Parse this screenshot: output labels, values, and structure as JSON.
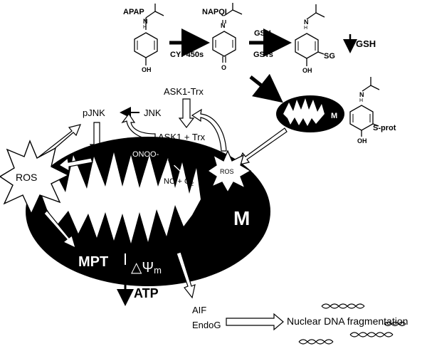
{
  "metabolism": {
    "apap": "APAP",
    "napqi": "NAPQI",
    "cyp": "CYP450s",
    "gsh_top": "GSH",
    "gsts": "GSTs",
    "sg": "SG",
    "gsh_down": "GSH",
    "sprot": "S-prot",
    "small_m": "M"
  },
  "signaling": {
    "ask1_trx": "ASK1-Trx",
    "ask1_plus_trx": "ASK1 + Trx",
    "jnk": "JNK",
    "pjnk": "pJNK"
  },
  "mito": {
    "ros_big": "ROS",
    "ros_small": "ROS",
    "onoo": "ONOO-",
    "no_o2": "NO + O",
    "o2_sub": "2",
    "m_label": "M",
    "mpt": "MPT",
    "delta_psi": "△Ψ",
    "psi_sub": "m",
    "atp": "ATP"
  },
  "outcome": {
    "aif": "AIF",
    "endog": "EndoG",
    "fragmentation": "Nuclear DNA fragmentation"
  },
  "colors": {
    "ink": "#000000",
    "paper": "#ffffff"
  }
}
